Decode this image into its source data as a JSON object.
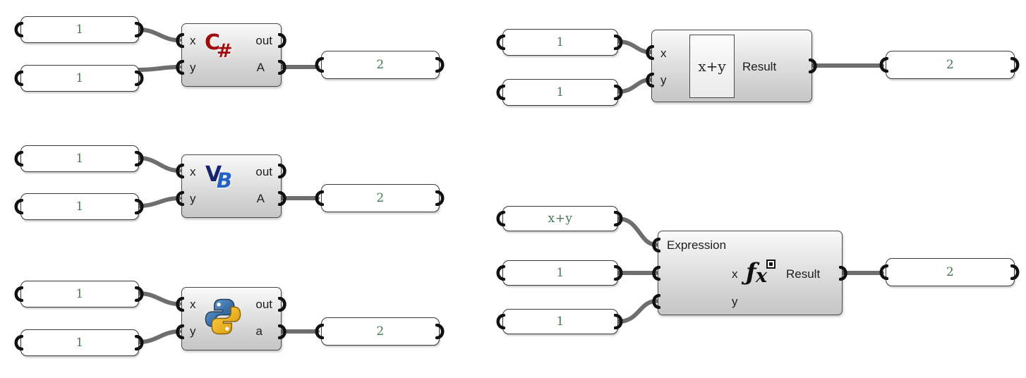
{
  "app": {
    "name": "grasshopper-canvas",
    "background": "#ffffff",
    "wire_color": "#6e6e6e",
    "panel_text_color": "#4a7a56",
    "component_border_color": "#4a4a4a"
  },
  "rows": [
    {
      "id": "csharp-row",
      "inputs": [
        {
          "name": "input-panel-x",
          "value": "1"
        },
        {
          "name": "input-panel-y",
          "value": "1"
        }
      ],
      "component": {
        "name": "csharp-script-component",
        "icon": "csharp-icon",
        "icon_letters": {
          "primary": "C",
          "secondary": "#"
        },
        "icon_color": "#a00b0b",
        "inputs": [
          "x",
          "y"
        ],
        "outputs": [
          "out",
          "A"
        ]
      },
      "output": {
        "name": "output-panel",
        "value": "2"
      }
    },
    {
      "id": "vb-row",
      "inputs": [
        {
          "name": "input-panel-x",
          "value": "1"
        },
        {
          "name": "input-panel-y",
          "value": "1"
        }
      ],
      "component": {
        "name": "vb-script-component",
        "icon": "vb-icon",
        "icon_letters": {
          "primary": "V",
          "secondary": "B"
        },
        "icon_color": "#18246e",
        "inputs": [
          "x",
          "y"
        ],
        "outputs": [
          "out",
          "A"
        ]
      },
      "output": {
        "name": "output-panel",
        "value": "2"
      }
    },
    {
      "id": "python-row",
      "inputs": [
        {
          "name": "input-panel-x",
          "value": "1"
        },
        {
          "name": "input-panel-y",
          "value": "1"
        }
      ],
      "component": {
        "name": "python-script-component",
        "icon": "python-icon",
        "icon_color": "#3a6fa5",
        "icon_color_secondary": "#ddab2a",
        "inputs": [
          "x",
          "y"
        ],
        "outputs": [
          "out",
          "a"
        ]
      },
      "output": {
        "name": "output-panel",
        "value": "2"
      }
    },
    {
      "id": "evaluate-row",
      "inputs": [
        {
          "name": "input-panel-x",
          "value": "1"
        },
        {
          "name": "input-panel-y",
          "value": "1"
        }
      ],
      "component": {
        "name": "evaluate-component",
        "expression_box": "x+y",
        "inputs": [
          "x",
          "y"
        ],
        "outputs": [
          "Result"
        ]
      },
      "output": {
        "name": "output-panel",
        "value": "2"
      }
    },
    {
      "id": "expression-row",
      "inputs": [
        {
          "name": "expression-string-panel",
          "value": "x+y"
        },
        {
          "name": "input-panel-x",
          "value": "1"
        },
        {
          "name": "input-panel-y",
          "value": "1"
        }
      ],
      "component": {
        "name": "expression-component",
        "title": "Expression",
        "icon": "fx-icon",
        "inputs": [
          "x",
          "y"
        ],
        "outputs": [
          "Result"
        ]
      },
      "output": {
        "name": "output-panel",
        "value": "2"
      }
    }
  ]
}
